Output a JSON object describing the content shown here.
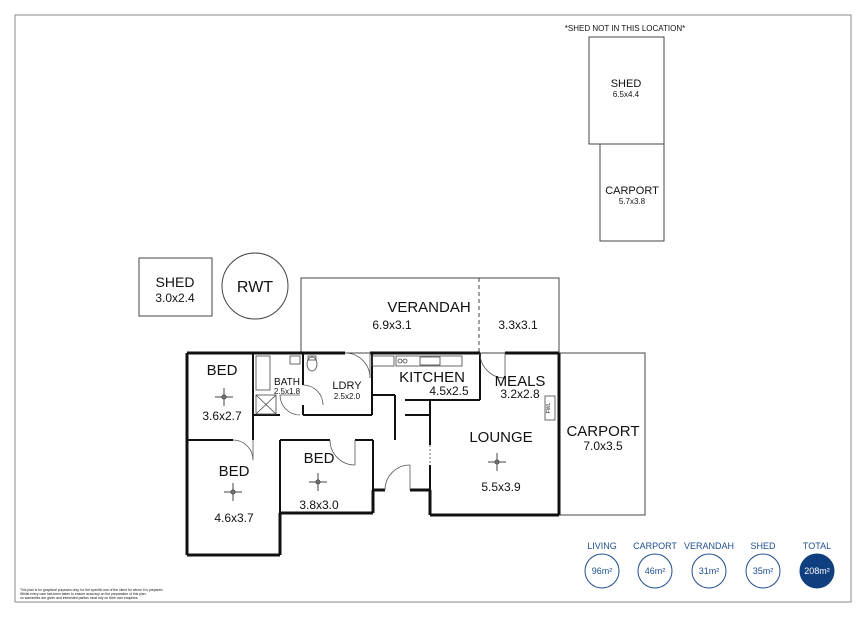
{
  "note_top": "*SHED NOT IN THIS LOCATION*",
  "rooms": {
    "shed_top": {
      "name": "SHED",
      "dims": "6.5x4.4"
    },
    "carport_top": {
      "name": "CARPORT",
      "dims": "5.7x3.8"
    },
    "shed_left": {
      "name": "SHED",
      "dims": "3.0x2.4"
    },
    "rwt": {
      "name": "RWT"
    },
    "verandah": {
      "name": "VERANDAH",
      "dims": "6.9x3.1",
      "dims2": "3.3x3.1"
    },
    "bed1": {
      "name": "BED",
      "dims": "3.6x2.7"
    },
    "bath": {
      "name": "BATH",
      "dims": "2.5x1.8"
    },
    "ldry": {
      "name": "LDRY",
      "dims": "2.5x2.0"
    },
    "kitchen": {
      "name": "KITCHEN",
      "dims": "4.5x2.5"
    },
    "meals": {
      "name": "MEALS",
      "dims": "3.2x2.8"
    },
    "lounge": {
      "name": "LOUNGE",
      "dims": "5.5x3.9"
    },
    "carport_right": {
      "name": "CARPORT",
      "dims": "7.0x3.5"
    },
    "bed2": {
      "name": "BED",
      "dims": "4.6x3.7"
    },
    "bed3": {
      "name": "BED",
      "dims": "3.8x3.0"
    }
  },
  "fireplace_label": "FWL",
  "area_summary": [
    {
      "label": "LIVING",
      "value": "96m²"
    },
    {
      "label": "CARPORT",
      "value": "46m²"
    },
    {
      "label": "VERANDAH",
      "value": "31m²"
    },
    {
      "label": "SHED",
      "value": "35m²"
    },
    {
      "label": "TOTAL",
      "value": "208m²"
    }
  ],
  "disclaimer": [
    "This plan is for graphical purposes only, for the specific use of the client for whom it is prepared.",
    "Whilst every care has been taken to ensure accuracy on the preparation of this plan,",
    "no warranties are given and interested parties must rely on their own enquiries."
  ],
  "colors": {
    "wall": "#111111",
    "line": "#444444",
    "bubble": "#1f4e8c",
    "total_fill": "#0f3f7f"
  }
}
